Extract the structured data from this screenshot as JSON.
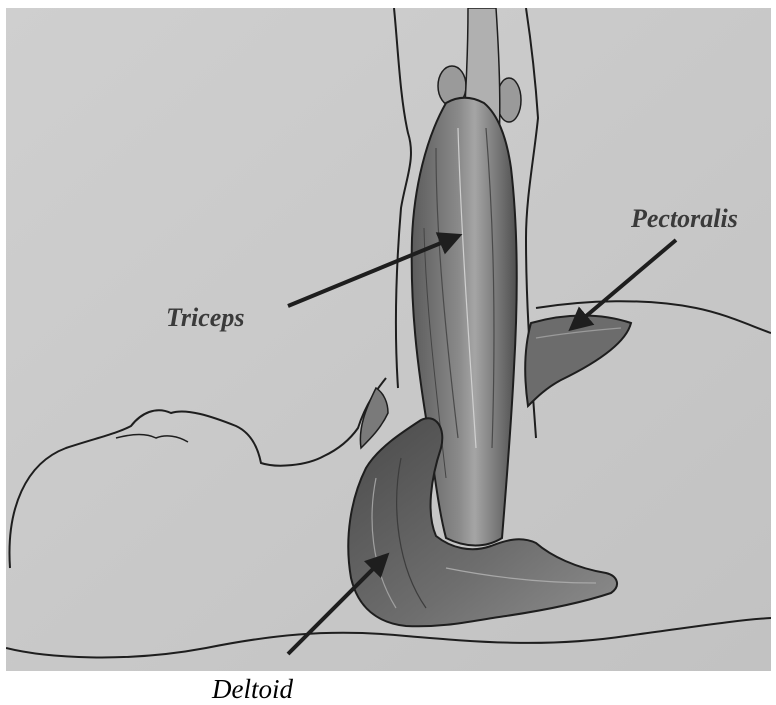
{
  "labels": {
    "triceps": "Triceps",
    "pectoralis": "Pectoralis",
    "deltoid": "Deltoid"
  },
  "colors": {
    "paper": "#c9c9c9",
    "ink": "#1e1e1e",
    "muscle_dark": "#5a5a5a",
    "muscle_mid": "#7a7a7a",
    "muscle_light": "#9c9c9c"
  }
}
